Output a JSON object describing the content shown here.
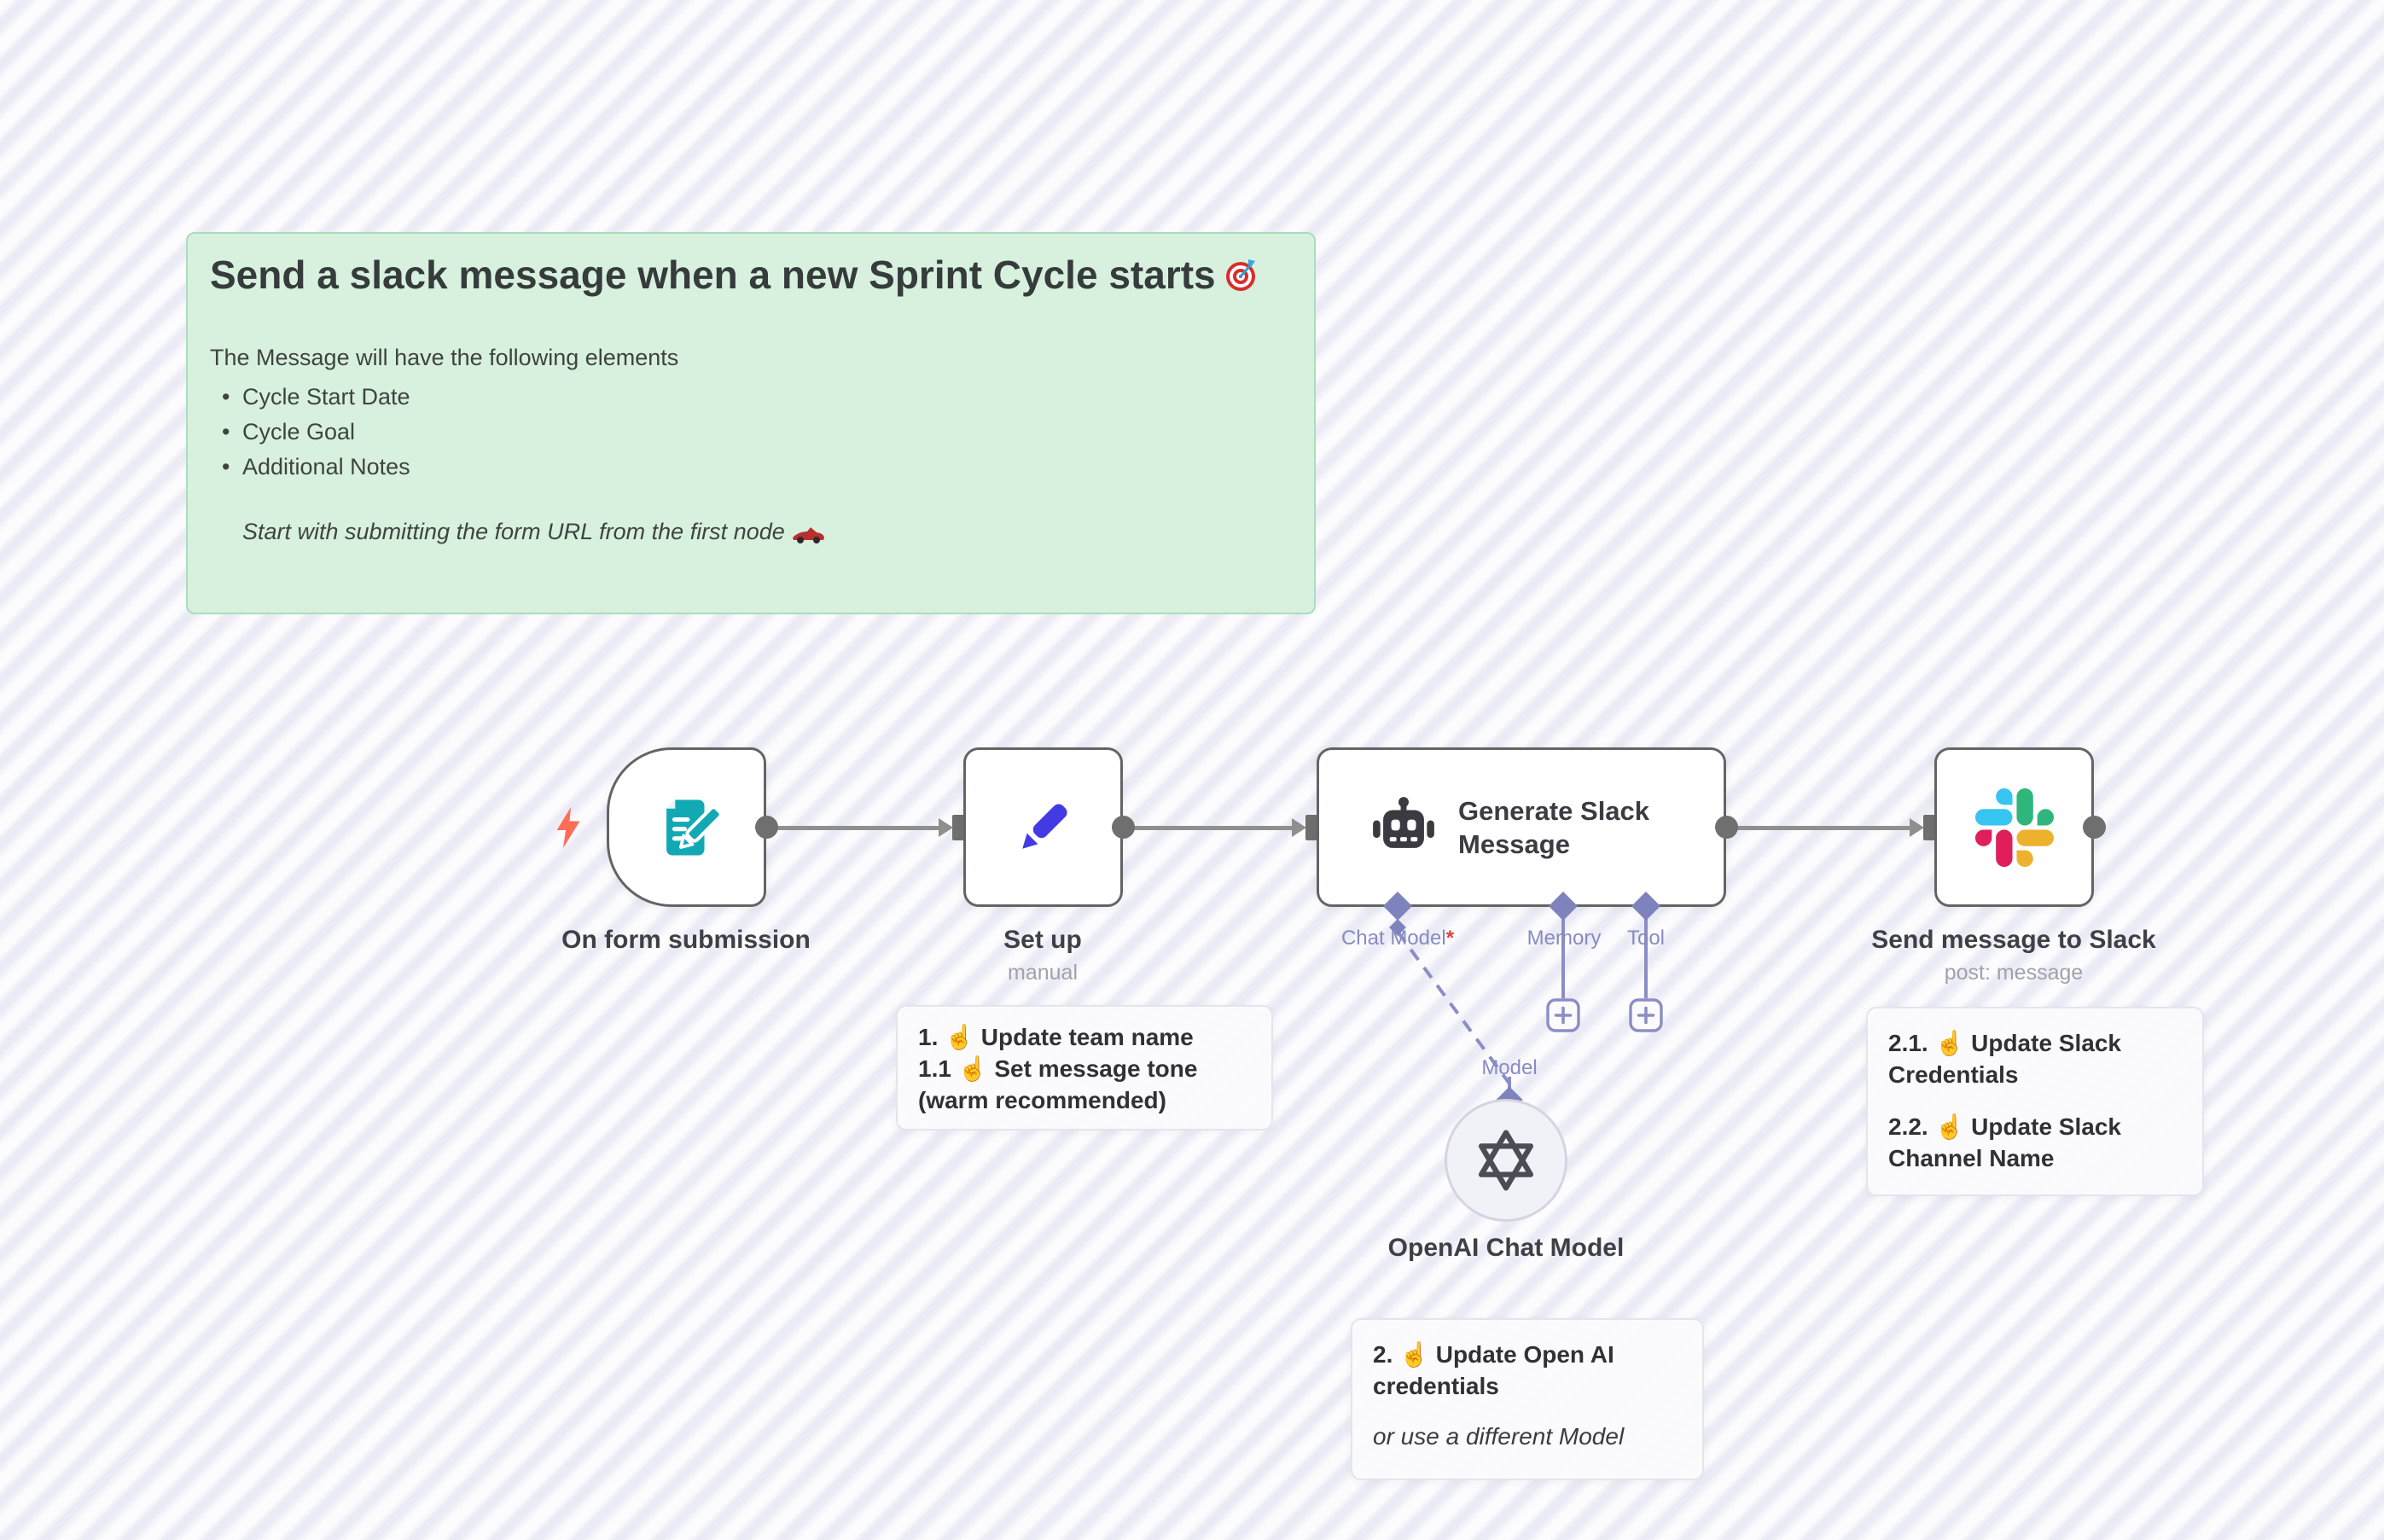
{
  "sticky": {
    "title": "Send a slack message when a new Sprint Cycle starts",
    "title_emoji": "🎯",
    "intro": "The Message will have the following elements",
    "bullets": [
      "Cycle Start Date",
      "Cycle Goal",
      "Additional Notes"
    ],
    "footnote": "Start with submitting the form URL from the first node",
    "footnote_emoji": "🏎️"
  },
  "nodes": {
    "form": {
      "label": "On form submission"
    },
    "setup": {
      "label": "Set up",
      "subtitle": "manual"
    },
    "agent": {
      "title": "Generate Slack Message"
    },
    "openai": {
      "label": "OpenAI Chat Model"
    },
    "slack": {
      "label": "Send message to Slack",
      "subtitle": "post: message"
    }
  },
  "ports": {
    "chat_model": "Chat Model",
    "required": "*",
    "memory": "Memory",
    "tool": "Tool",
    "model": "Model",
    "plus": "+"
  },
  "notes": {
    "setup_line1": "1. ☝ Update team name",
    "setup_line2": "1.1 ☝ Set message tone (warm recommended)",
    "openai_bold": "2. ☝ Update Open AI credentials",
    "openai_italic": "or use a different Model",
    "slack_item1": "2.1. ☝ Update Slack Credentials",
    "slack_item2": "2.2. ☝ Update Slack Channel Name"
  },
  "colors": {
    "canvas_light": "#fcfcfe",
    "canvas_stripe": "#ebebf5",
    "sticky_bg": "#d8f1de",
    "sticky_border": "#abdcbc",
    "node_border": "#646464",
    "wire_gray": "#8f8f8f",
    "endpoint_gray": "#6f6f6f",
    "ai_purple": "#7f83bd",
    "trigger_bolt": "#ff6d57",
    "form_icon_teal": "#12a9b4",
    "setup_pencil_indigo": "#423be4",
    "robot_dark": "#3a3a40",
    "slack_blue": "#36C5F0",
    "slack_green": "#2EB67D",
    "slack_yellow": "#ECB22E",
    "slack_red": "#E01E5A",
    "required_red": "#e23c3c"
  }
}
